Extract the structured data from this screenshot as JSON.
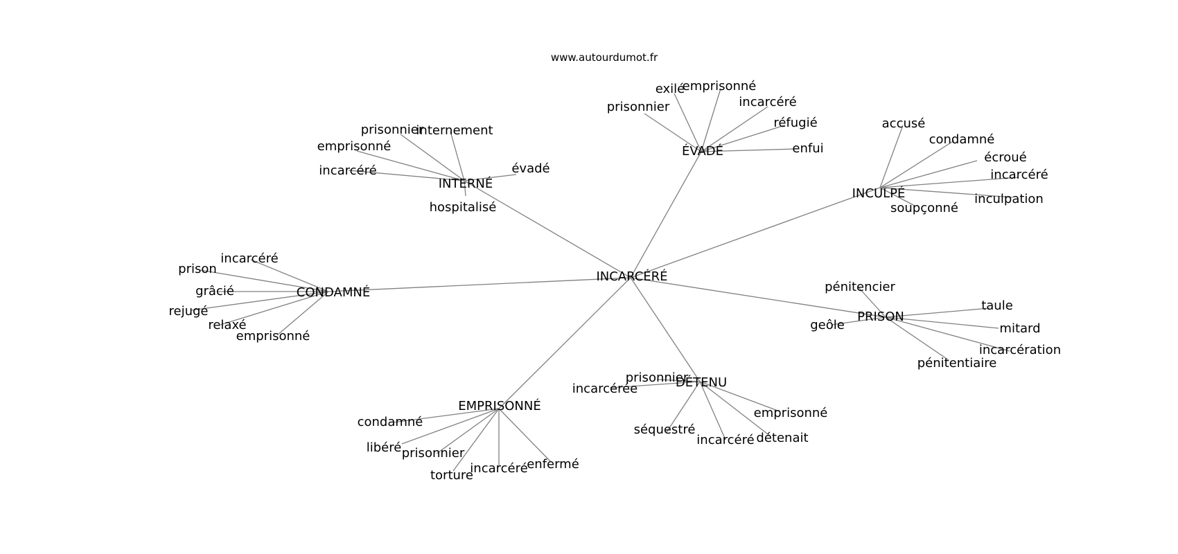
{
  "watermark": "www.autourdumot.fr",
  "graph": {
    "center": {
      "label": "INCARCÉRÉ"
    },
    "hubs": [
      {
        "label": "ÉVADÉ",
        "leaves": [
          "prisonnier",
          "exilé",
          "emprisonné",
          "incarcéré",
          "réfugié",
          "enfui"
        ]
      },
      {
        "label": "INTERNÉ",
        "leaves": [
          "prisonnier",
          "internement",
          "emprisonné",
          "incarcéré",
          "évadé",
          "hospitalisé"
        ]
      },
      {
        "label": "INCULPÉ",
        "leaves": [
          "accusé",
          "condamné",
          "écroué",
          "incarcéré",
          "inculpation",
          "soupçonné"
        ]
      },
      {
        "label": "CONDAMNÉ",
        "leaves": [
          "incarcéré",
          "prison",
          "grâcié",
          "rejugé",
          "relaxé",
          "emprisonné"
        ]
      },
      {
        "label": "PRISON",
        "leaves": [
          "pénitencier",
          "taule",
          "geôle",
          "mitard",
          "incarcération",
          "pénitentiaire"
        ]
      },
      {
        "label": "DÉTENU",
        "leaves": [
          "prisonnier",
          "incarcérée",
          "emprisonné",
          "séquestré",
          "incarcéré",
          "détenait"
        ]
      },
      {
        "label": "EMPRISONNÉ",
        "leaves": [
          "condamné",
          "libéré",
          "prisonnier",
          "torture",
          "incarcéré",
          "enfermé"
        ]
      }
    ]
  }
}
